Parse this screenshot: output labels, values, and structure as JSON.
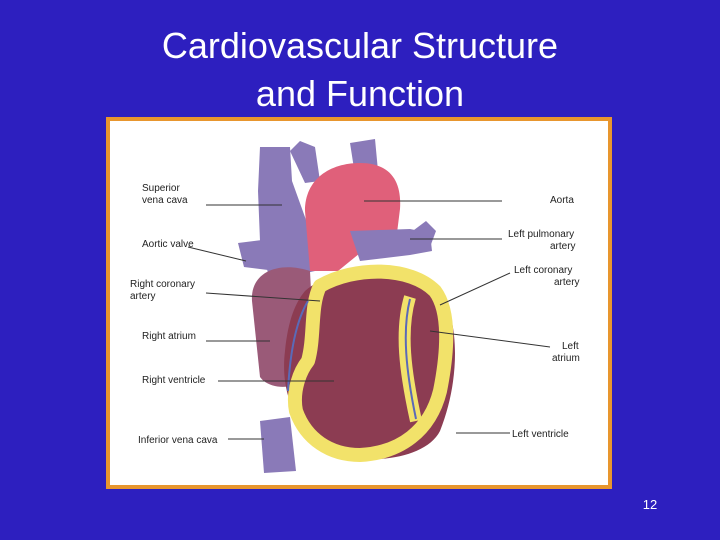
{
  "slide": {
    "title_line1": "Cardiovascular Structure",
    "title_line2": "and Function",
    "page_number": "12"
  },
  "diagram": {
    "labels": {
      "superior_vena_cava_1": "Superior",
      "superior_vena_cava_2": "vena cava",
      "aortic_valve": "Aortic valve",
      "right_coronary_artery_1": "Right coronary",
      "right_coronary_artery_2": "artery",
      "right_atrium": "Right atrium",
      "right_ventricle": "Right ventricle",
      "inferior_vena_cava": "Inferior vena cava",
      "aorta": "Aorta",
      "left_pulmonary_artery_1": "Left pulmonary",
      "left_pulmonary_artery_2": "artery",
      "left_coronary_artery_1": "Left coronary",
      "left_coronary_artery_2": "artery",
      "left_atrium_1": "Left",
      "left_atrium_2": "atrium",
      "left_ventricle": "Left ventricle"
    },
    "colors": {
      "background": "#2d1fbf",
      "frame_border": "#e8962e",
      "vein": "#8a7ab8",
      "artery": "#e0607a",
      "muscle": "#8c3c52",
      "fat": "#f2e26a",
      "atrium": "#9a5a78"
    }
  }
}
